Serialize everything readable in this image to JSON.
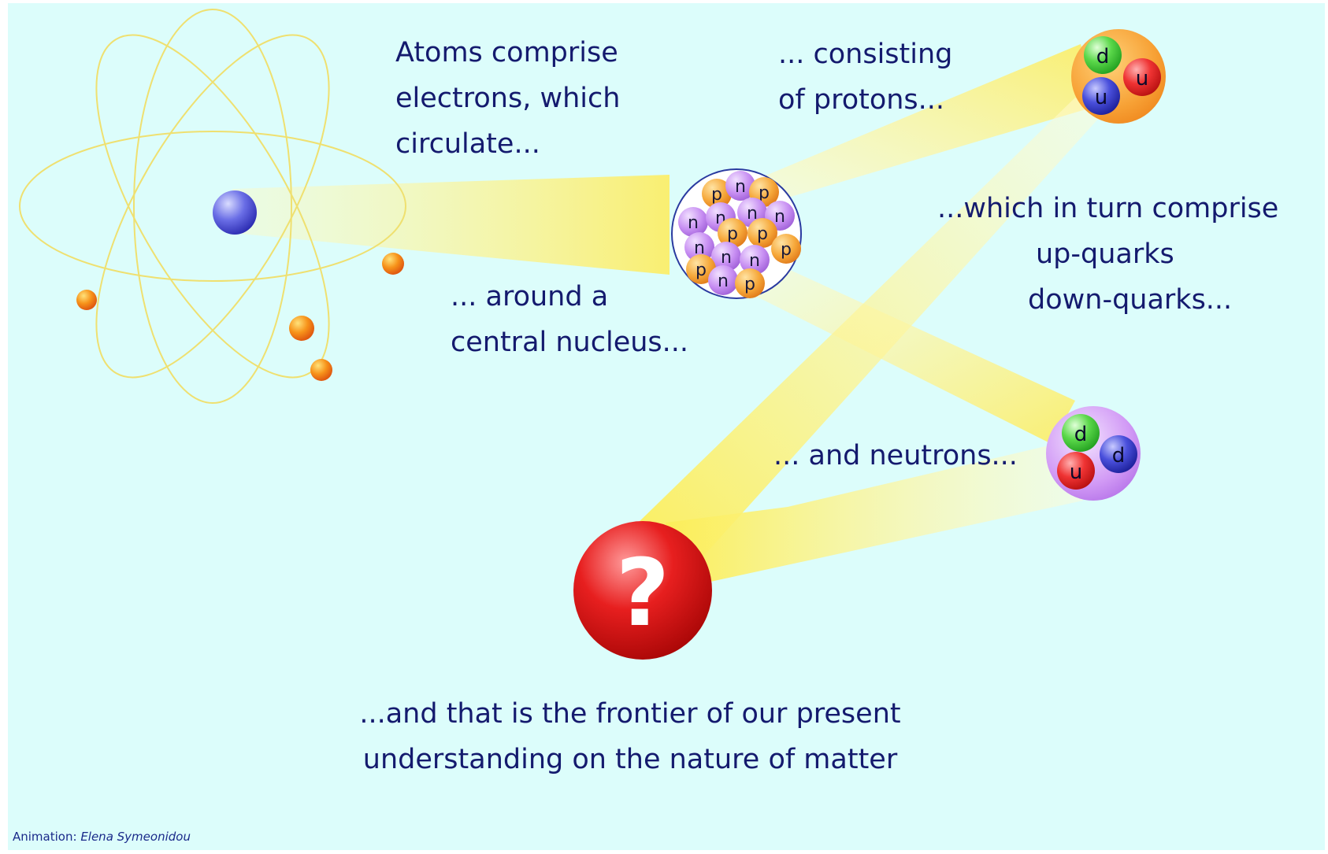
{
  "captions": {
    "atoms": [
      "Atoms comprise",
      "electrons, which",
      "circulate..."
    ],
    "nucleus": [
      "... around a",
      "central nucleus..."
    ],
    "protons": [
      "... consisting",
      "of protons..."
    ],
    "quarks": [
      "...which in turn comprise",
      "up-quarks",
      "down-quarks..."
    ],
    "neutrons": "... and neutrons...",
    "frontier": [
      "...and that is the frontier of our present",
      "understanding on the nature of matter"
    ]
  },
  "question_mark": "?",
  "nucleons": {
    "proton_label": "p",
    "neutron_label": "n"
  },
  "quarks": {
    "up_label": "u",
    "down_label": "d"
  },
  "credit": {
    "prefix": "Animation:",
    "author": "Elena Symeonidou"
  },
  "colors": {
    "background": "#dcfdfb",
    "text": "#141a6e",
    "orbit": "#f2e468",
    "beam": "#fbf072",
    "electron": "#f7931a",
    "atom_core": "#4f52d8",
    "proton": "#f6a83a",
    "neutron": "#c78ef2",
    "quark_up_red": "#ef3333",
    "quark_up_blue": "#4a50dc",
    "quark_down_green": "#5bd84a",
    "question_ball": "#e71f1f"
  }
}
